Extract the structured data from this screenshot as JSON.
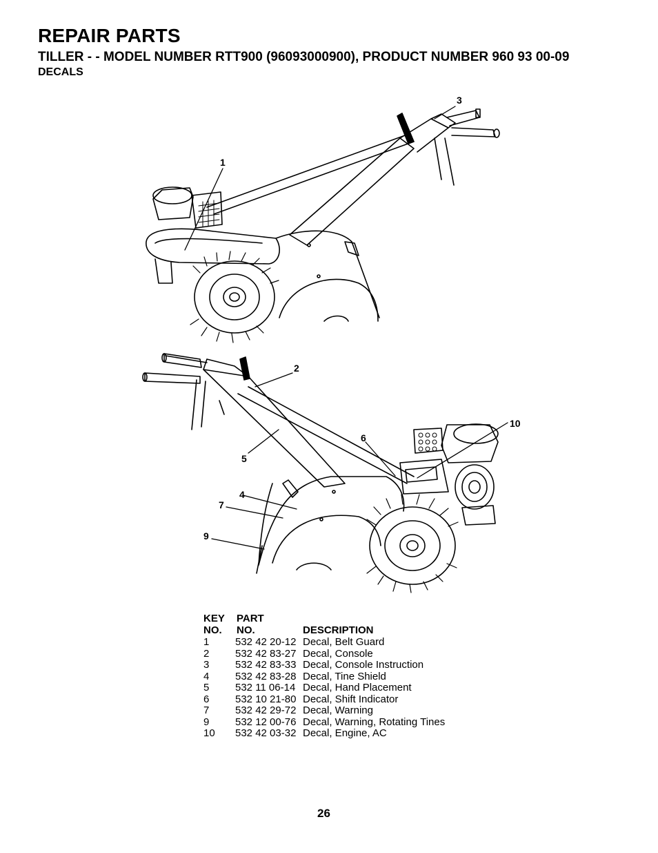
{
  "header": {
    "title": "REPAIR PARTS",
    "subtitle": "TILLER - - MODEL NUMBER RTT900 (96093000900), PRODUCT NUMBER 960 93 00-09",
    "section": "DECALS"
  },
  "callouts": {
    "c1": "1",
    "c2": "2",
    "c3": "3",
    "c4": "4",
    "c5": "5",
    "c6": "6",
    "c7": "7",
    "c9": "9",
    "c10": "10"
  },
  "parts_table": {
    "col_key_1": "KEY",
    "col_key_2": "NO.",
    "col_part_1": "PART",
    "col_part_2": "NO.",
    "col_desc": "DESCRIPTION",
    "rows": [
      {
        "key": "1",
        "part": "532 42 20-12",
        "desc": "Decal, Belt Guard"
      },
      {
        "key": "2",
        "part": "532 42 83-27",
        "desc": "Decal, Console"
      },
      {
        "key": "3",
        "part": "532 42 83-33",
        "desc": "Decal, Console Instruction"
      },
      {
        "key": "4",
        "part": "532 42 83-28",
        "desc": "Decal, Tine Shield"
      },
      {
        "key": "5",
        "part": "532 11 06-14",
        "desc": "Decal, Hand Placement"
      },
      {
        "key": "6",
        "part": "532 10 21-80",
        "desc": "Decal, Shift Indicator"
      },
      {
        "key": "7",
        "part": "532 42 29-72",
        "desc": "Decal, Warning"
      },
      {
        "key": "9",
        "part": "532 12 00-76",
        "desc": "Decal, Warning, Rotating Tines"
      },
      {
        "key": "10",
        "part": "532 42 03-32",
        "desc": "Decal, Engine, AC"
      }
    ]
  },
  "page_number": "26"
}
